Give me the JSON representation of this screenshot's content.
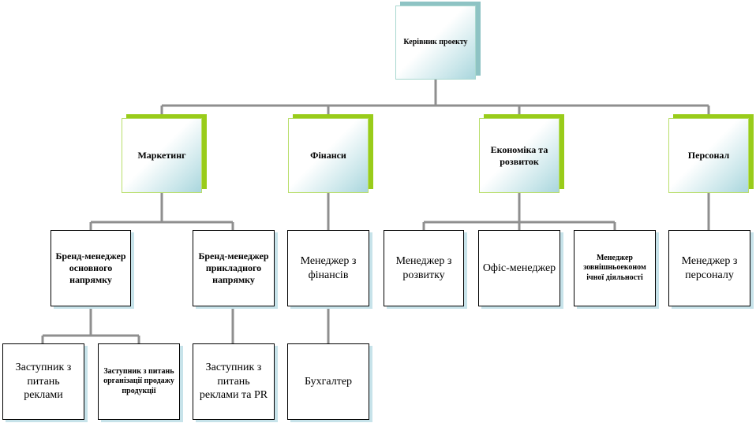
{
  "nodes": {
    "head": "Керівник проекту",
    "marketing": "Маркетинг",
    "finance": "Фінанси",
    "economics": "Економіка та розвиток",
    "personnel": "Персонал",
    "brand_main": "Бренд-менеджер основного напрямку",
    "brand_applied": "Бренд-менеджер прикладного напрямку",
    "fin_manager": "Менеджер з фінансів",
    "dev_manager": "Менеджер з розвитку",
    "office_manager": "Офіс-менеджер",
    "foreign_manager": "Менеджер зовнішньоеконом ічної діяльності",
    "hr_manager": "Менеджер з персоналу",
    "deputy_ads": "Заступник з питань реклами",
    "deputy_sales": "Заступник з питань організації продажу продукції",
    "deputy_pr": "Заступник з питань реклами та PR",
    "accountant": "Бухгалтер"
  },
  "colors": {
    "connector": "#8f8f8f",
    "card_shadow": "#99cc1a",
    "top_shadow": "#8ec3c4",
    "box_shadow": "#c7e3ea"
  }
}
